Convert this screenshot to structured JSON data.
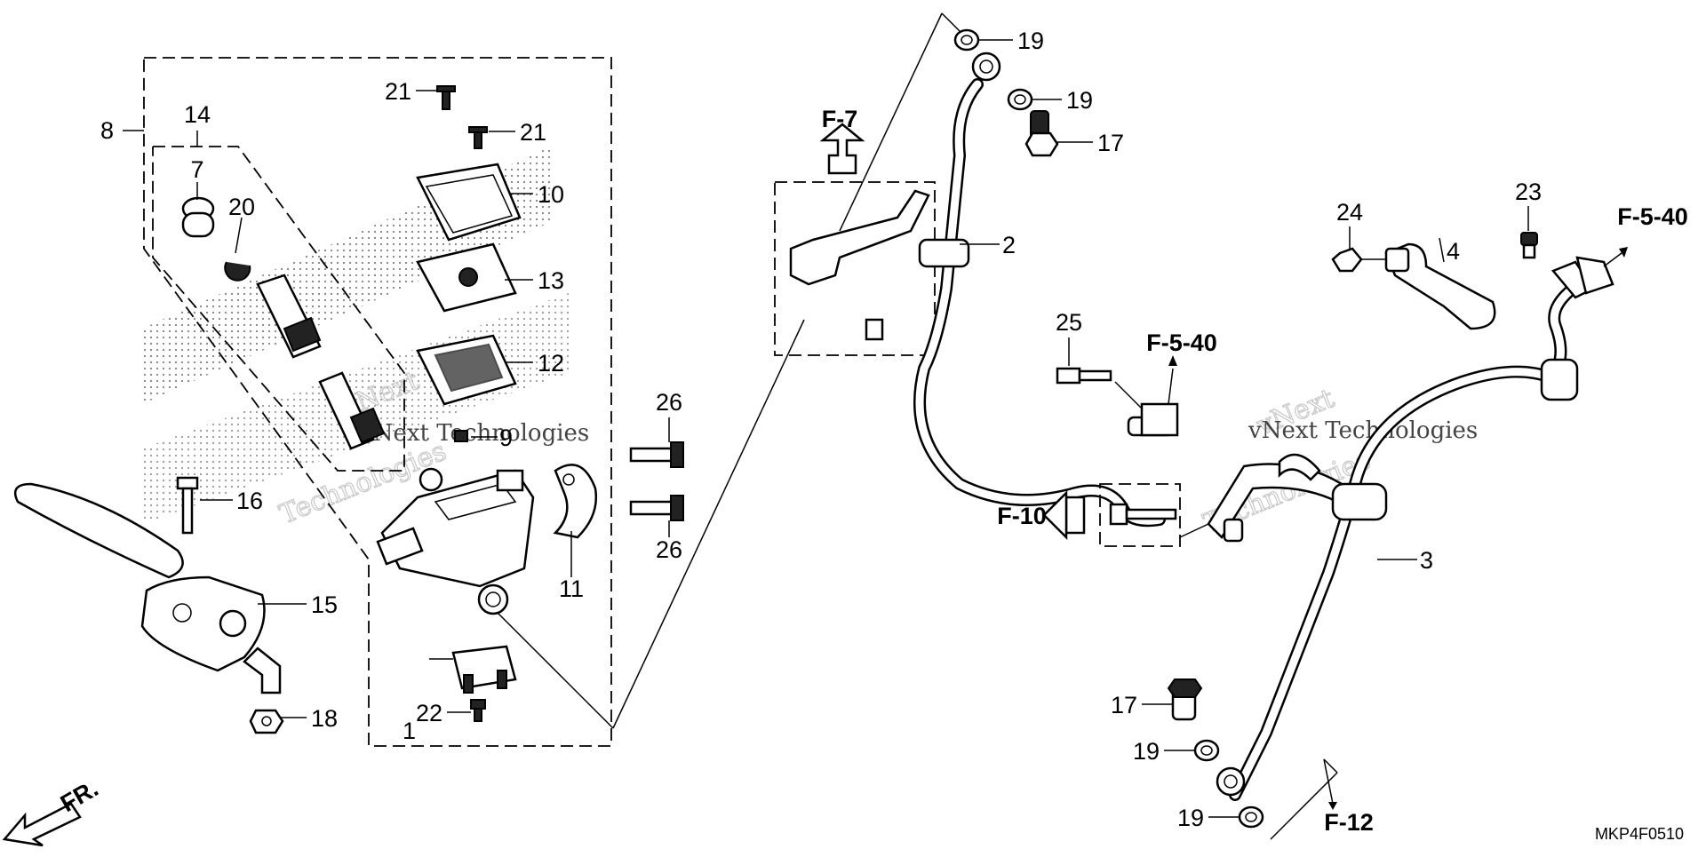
{
  "diagram": {
    "callouts": [
      {
        "id": "c1",
        "label": "1"
      },
      {
        "id": "c2",
        "label": "2"
      },
      {
        "id": "c3",
        "label": "3"
      },
      {
        "id": "c4",
        "label": "4"
      },
      {
        "id": "c7",
        "label": "7"
      },
      {
        "id": "c8",
        "label": "8"
      },
      {
        "id": "c9",
        "label": "9"
      },
      {
        "id": "c10",
        "label": "10"
      },
      {
        "id": "c11",
        "label": "11"
      },
      {
        "id": "c12",
        "label": "12"
      },
      {
        "id": "c13",
        "label": "13"
      },
      {
        "id": "c14",
        "label": "14"
      },
      {
        "id": "c15",
        "label": "15"
      },
      {
        "id": "c16",
        "label": "16"
      },
      {
        "id": "c17a",
        "label": "17"
      },
      {
        "id": "c17b",
        "label": "17"
      },
      {
        "id": "c18",
        "label": "18"
      },
      {
        "id": "c19a",
        "label": "19"
      },
      {
        "id": "c19b",
        "label": "19"
      },
      {
        "id": "c19c",
        "label": "19"
      },
      {
        "id": "c19d",
        "label": "19"
      },
      {
        "id": "c20",
        "label": "20"
      },
      {
        "id": "c21a",
        "label": "21"
      },
      {
        "id": "c21b",
        "label": "21"
      },
      {
        "id": "c22",
        "label": "22"
      },
      {
        "id": "c23",
        "label": "23"
      },
      {
        "id": "c24",
        "label": "24"
      },
      {
        "id": "c25",
        "label": "25"
      },
      {
        "id": "c26a",
        "label": "26"
      },
      {
        "id": "c26b",
        "label": "26"
      }
    ],
    "refs": {
      "f7": "F-7",
      "f540a": "F-5-40",
      "f540b": "F-5-40",
      "f10": "F-10",
      "f12": "F-12"
    },
    "front_label": "FR.",
    "watermark_text": [
      "vNext",
      "Technologies"
    ],
    "watermark_line": "vNext Technologies",
    "drawing_code": "MKP4F0510"
  }
}
